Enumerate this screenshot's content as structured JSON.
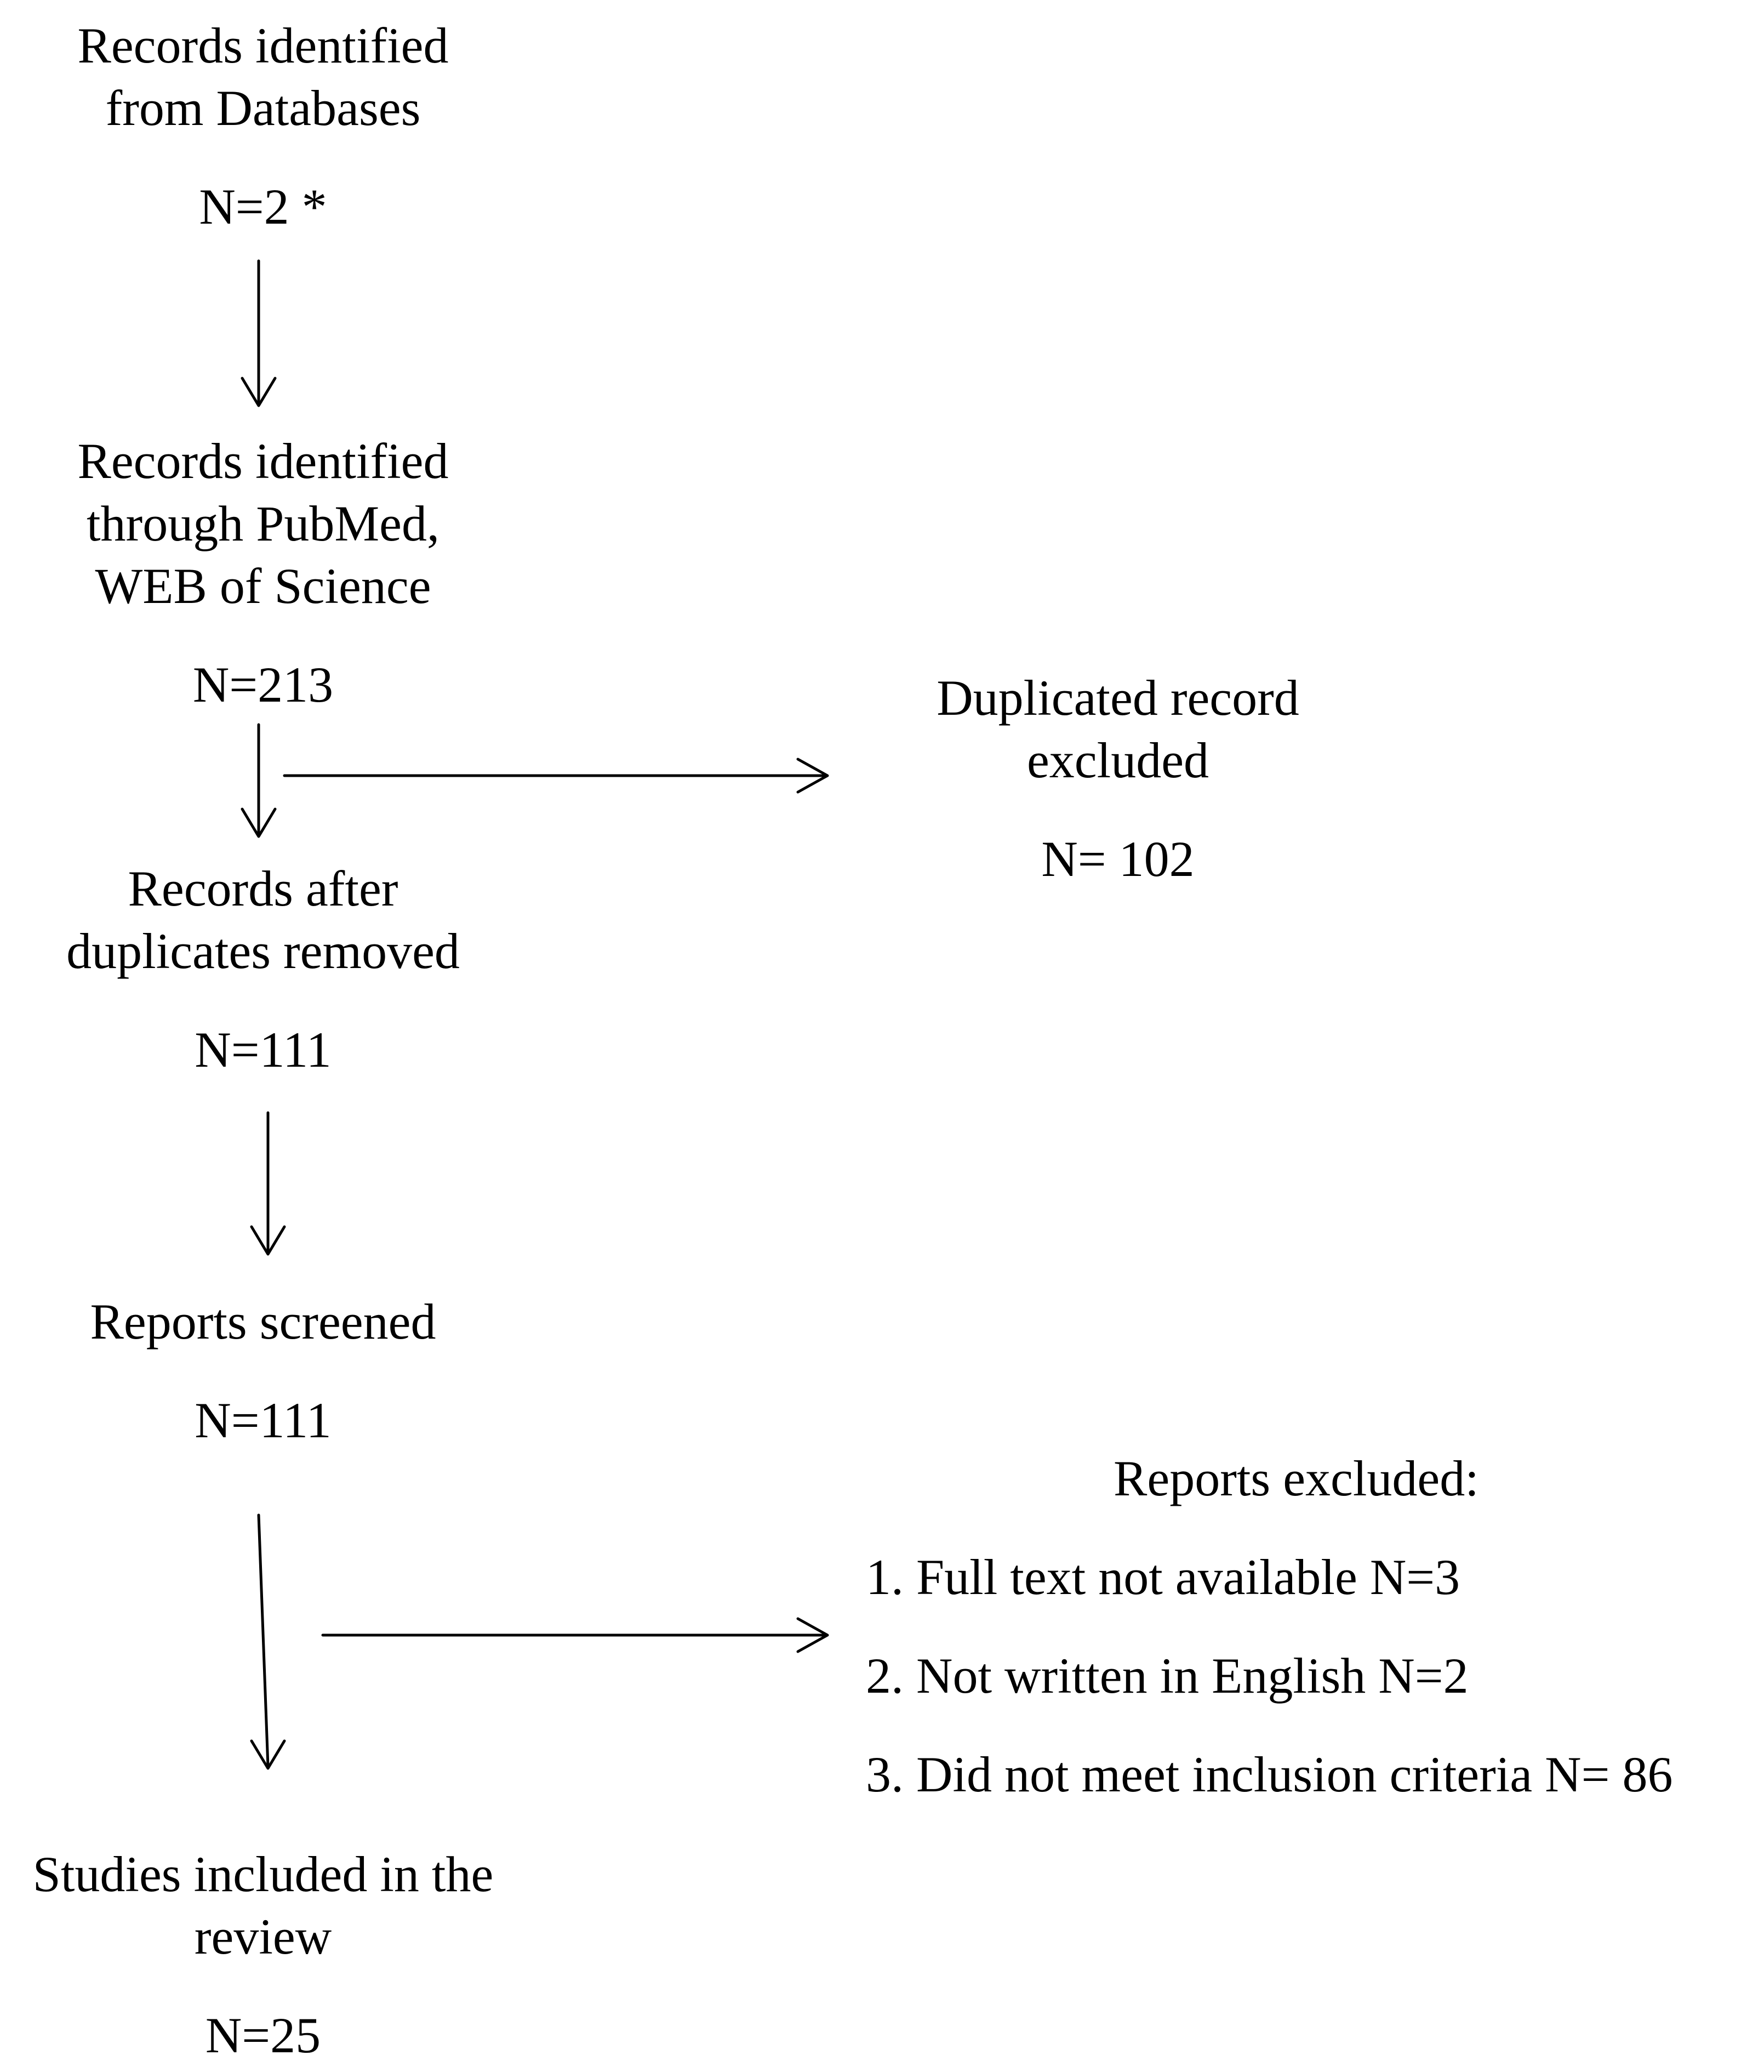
{
  "colors": {
    "text": "#000000",
    "lines": "#000000",
    "background": "#ffffff"
  },
  "nodes": {
    "databases": {
      "line1": "Records identified",
      "line2": "from Databases",
      "count": "N=2 *"
    },
    "pubmed_wos": {
      "line1": "Records identified",
      "line2": "through PubMed,",
      "line3": "WEB of Science",
      "count": "N=213"
    },
    "duplicates_excluded": {
      "line1": "Duplicated record",
      "line2": "excluded",
      "count": "N= 102"
    },
    "after_duplicates": {
      "line1": "Records after",
      "line2": "duplicates removed",
      "count": "N=111"
    },
    "screened": {
      "line1": "Reports screened",
      "count": "N=111"
    },
    "reports_excluded": {
      "title": "Reports excluded:",
      "reasons": [
        "1. Full text not available N=3",
        "2. Not written in English N=2",
        "3. Did not meet inclusion criteria N= 86"
      ]
    },
    "included": {
      "line1": "Studies included in the",
      "line2": "review",
      "count": "N=25"
    }
  }
}
